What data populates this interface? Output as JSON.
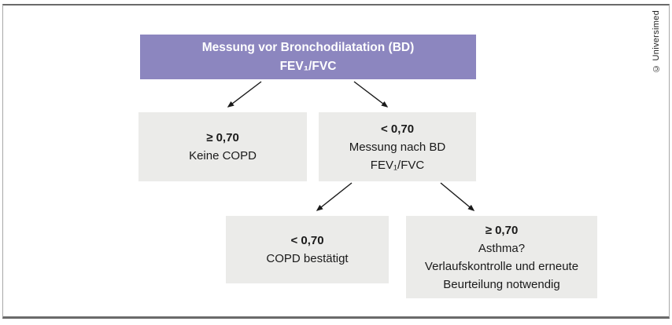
{
  "frame": {
    "copyright": "© Universimed"
  },
  "chart": {
    "root": {
      "line1": "Messung vor Bronchodilatation (BD)",
      "line2": "FEV₁/FVC"
    },
    "nodes": {
      "keine_copd": {
        "threshold": "≥ 0,70",
        "line1": "Keine COPD"
      },
      "messung_nach_bd": {
        "threshold": "< 0,70",
        "line1": "Messung nach BD",
        "line2": "FEV₁/FVC"
      },
      "copd_bestaetigt": {
        "threshold": "< 0,70",
        "line1": "COPD bestätigt"
      },
      "asthma": {
        "threshold": "≥ 0,70",
        "line1": "Asthma?",
        "line2": "Verlaufskontrolle und erneute",
        "line3": "Beurteilung notwendig"
      }
    },
    "colors": {
      "root_bg": "#8c86bf",
      "root_text": "#ffffff",
      "node_bg": "#ebebe9",
      "arrow": "#1a1a1a"
    }
  }
}
